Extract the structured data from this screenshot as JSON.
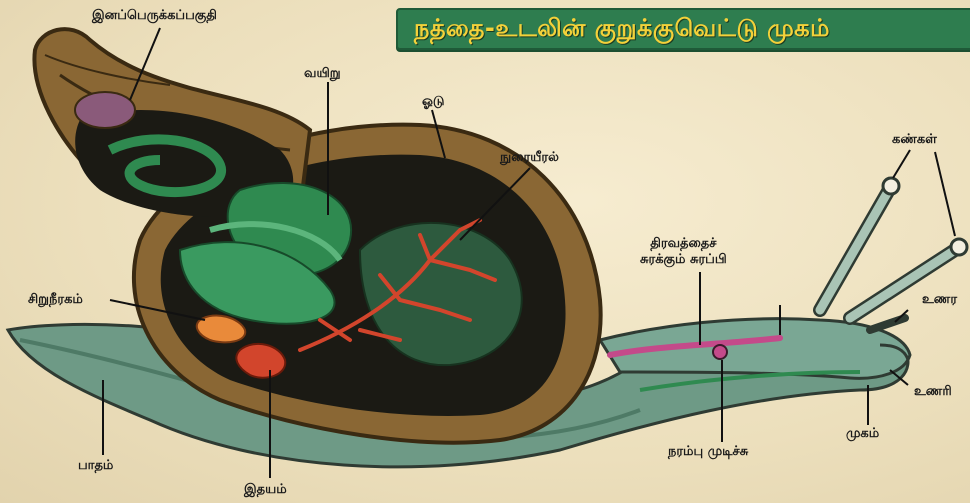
{
  "title": "நத்தை-உடலின் குறுக்குவெட்டு முகம்",
  "labels": {
    "digestive_gland": "இனப்பெருக்கப்பகுதி",
    "stomach": "வயிறு",
    "shell": "ஓடு",
    "lung": "நுரையீரல்",
    "eyes": "கண்கள்",
    "mucus_gland_line1": "திரவத்தைச்",
    "mucus_gland_line2": "சுரக்கும் சுரப்பி",
    "kidney": "சிறுநீரகம்",
    "tentacle_upper": "உணர",
    "tentacle_lower": "உணரி",
    "mouth": "முகம்",
    "nerve_ganglion": "நரம்பு முடிச்சு",
    "foot": "பாதம்",
    "heart": "இதயம்"
  },
  "colors": {
    "banner_bg": "#2e7d4f",
    "banner_text": "#f3d13a",
    "shell_brown": "#7a5a2e",
    "body_green": "#6e9a86",
    "organ_green": "#2f8a50",
    "vessel_red": "#d2452c",
    "kidney_orange": "#e98a3a"
  }
}
